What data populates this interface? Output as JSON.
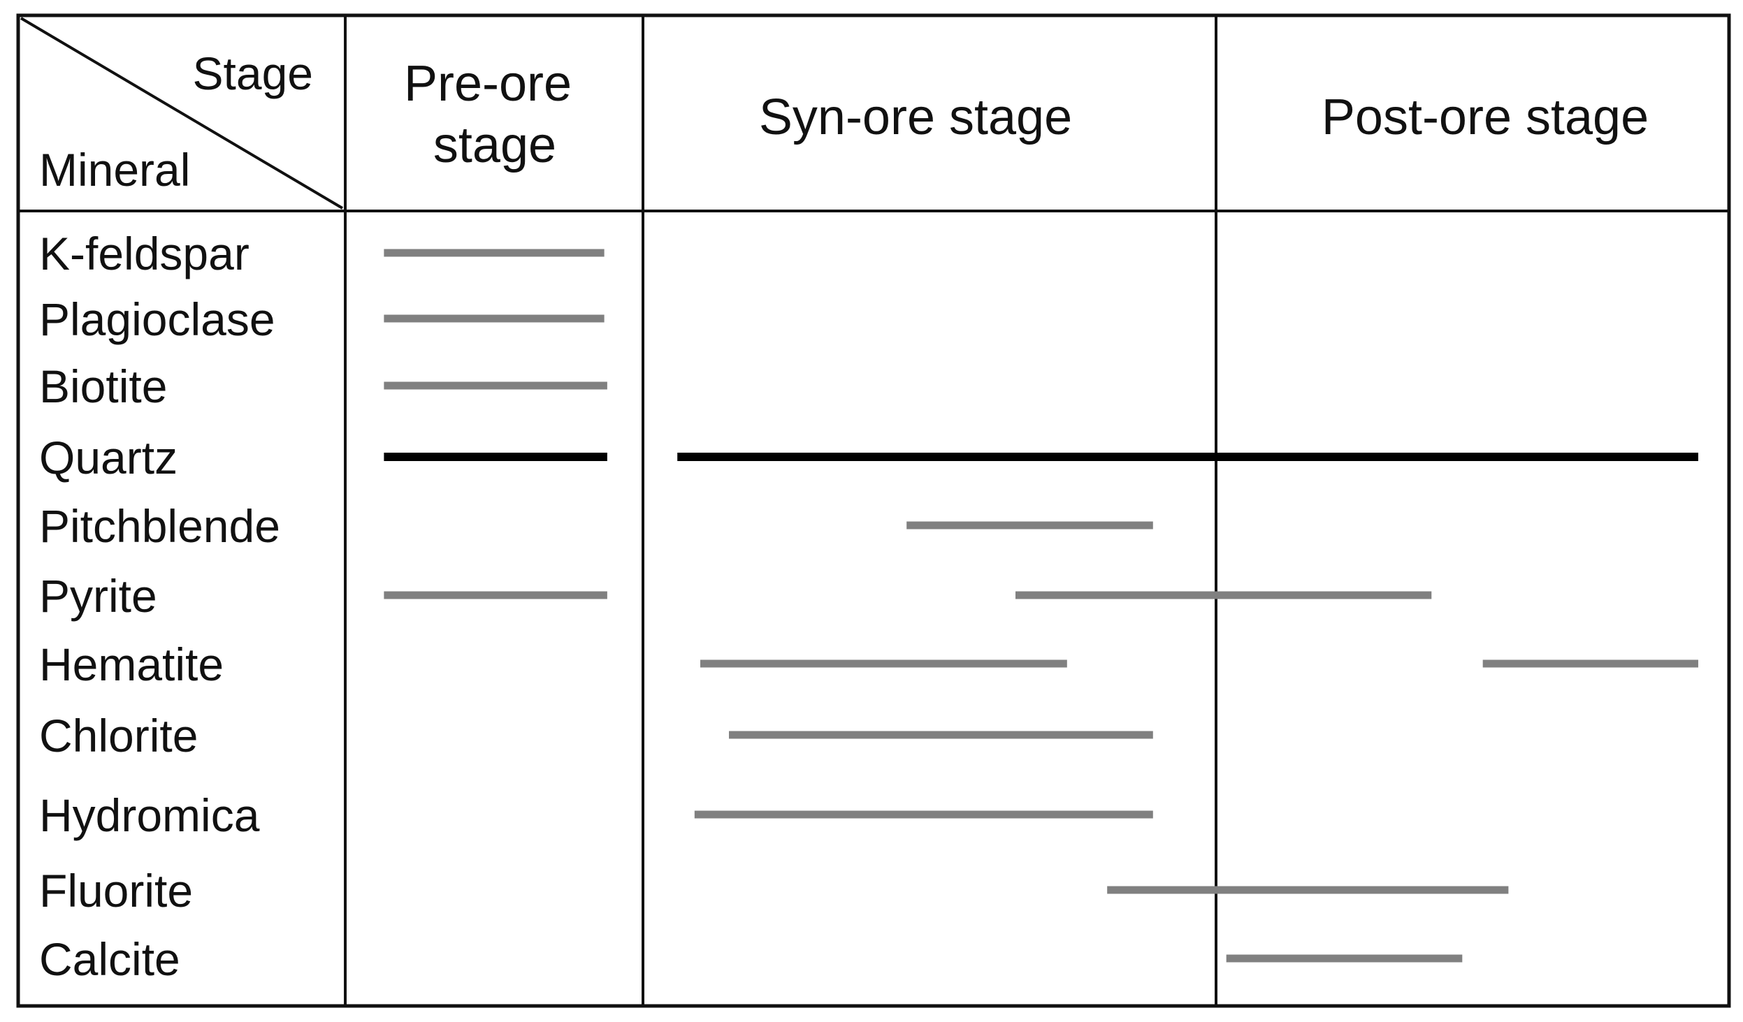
{
  "header": {
    "corner_top": "Stage",
    "corner_bottom": "Mineral",
    "stages": [
      {
        "lines": [
          "Pre-ore",
          "stage"
        ]
      },
      {
        "lines": [
          "Syn-ore stage"
        ]
      },
      {
        "lines": [
          "Post-ore stage"
        ]
      }
    ]
  },
  "colors": {
    "major": "#000000",
    "minor": "#808080",
    "grid": "#111111"
  },
  "minerals": [
    {
      "name": "K-feldspar",
      "bars": [
        {
          "from": 0.13,
          "to": 0.87,
          "style": "minor"
        }
      ]
    },
    {
      "name": "Plagioclase",
      "bars": [
        {
          "from": 0.13,
          "to": 0.87,
          "style": "minor"
        }
      ]
    },
    {
      "name": "Biotite",
      "bars": [
        {
          "from": 0.13,
          "to": 0.88,
          "style": "minor"
        }
      ]
    },
    {
      "name": "Quartz",
      "bars": [
        {
          "from": 0.13,
          "to": 0.88,
          "style": "major"
        },
        {
          "from": 1.06,
          "to": 2.94,
          "style": "major"
        }
      ]
    },
    {
      "name": "Pitchblende",
      "bars": [
        {
          "from": 1.46,
          "to": 1.89,
          "style": "minor"
        }
      ]
    },
    {
      "name": "Pyrite",
      "bars": [
        {
          "from": 0.13,
          "to": 0.88,
          "style": "minor"
        },
        {
          "from": 1.65,
          "to": 2.42,
          "style": "minor"
        }
      ]
    },
    {
      "name": "Hematite",
      "bars": [
        {
          "from": 1.1,
          "to": 1.74,
          "style": "minor"
        },
        {
          "from": 2.52,
          "to": 2.94,
          "style": "minor"
        }
      ]
    },
    {
      "name": "Chlorite",
      "bars": [
        {
          "from": 1.15,
          "to": 1.89,
          "style": "minor"
        }
      ]
    },
    {
      "name": "Hydromica",
      "bars": [
        {
          "from": 1.09,
          "to": 1.89,
          "style": "minor"
        }
      ]
    },
    {
      "name": "Fluorite",
      "bars": [
        {
          "from": 1.81,
          "to": 2.57,
          "style": "minor"
        }
      ]
    },
    {
      "name": "Calcite",
      "bars": [
        {
          "from": 2.02,
          "to": 2.48,
          "style": "minor"
        }
      ]
    }
  ]
}
